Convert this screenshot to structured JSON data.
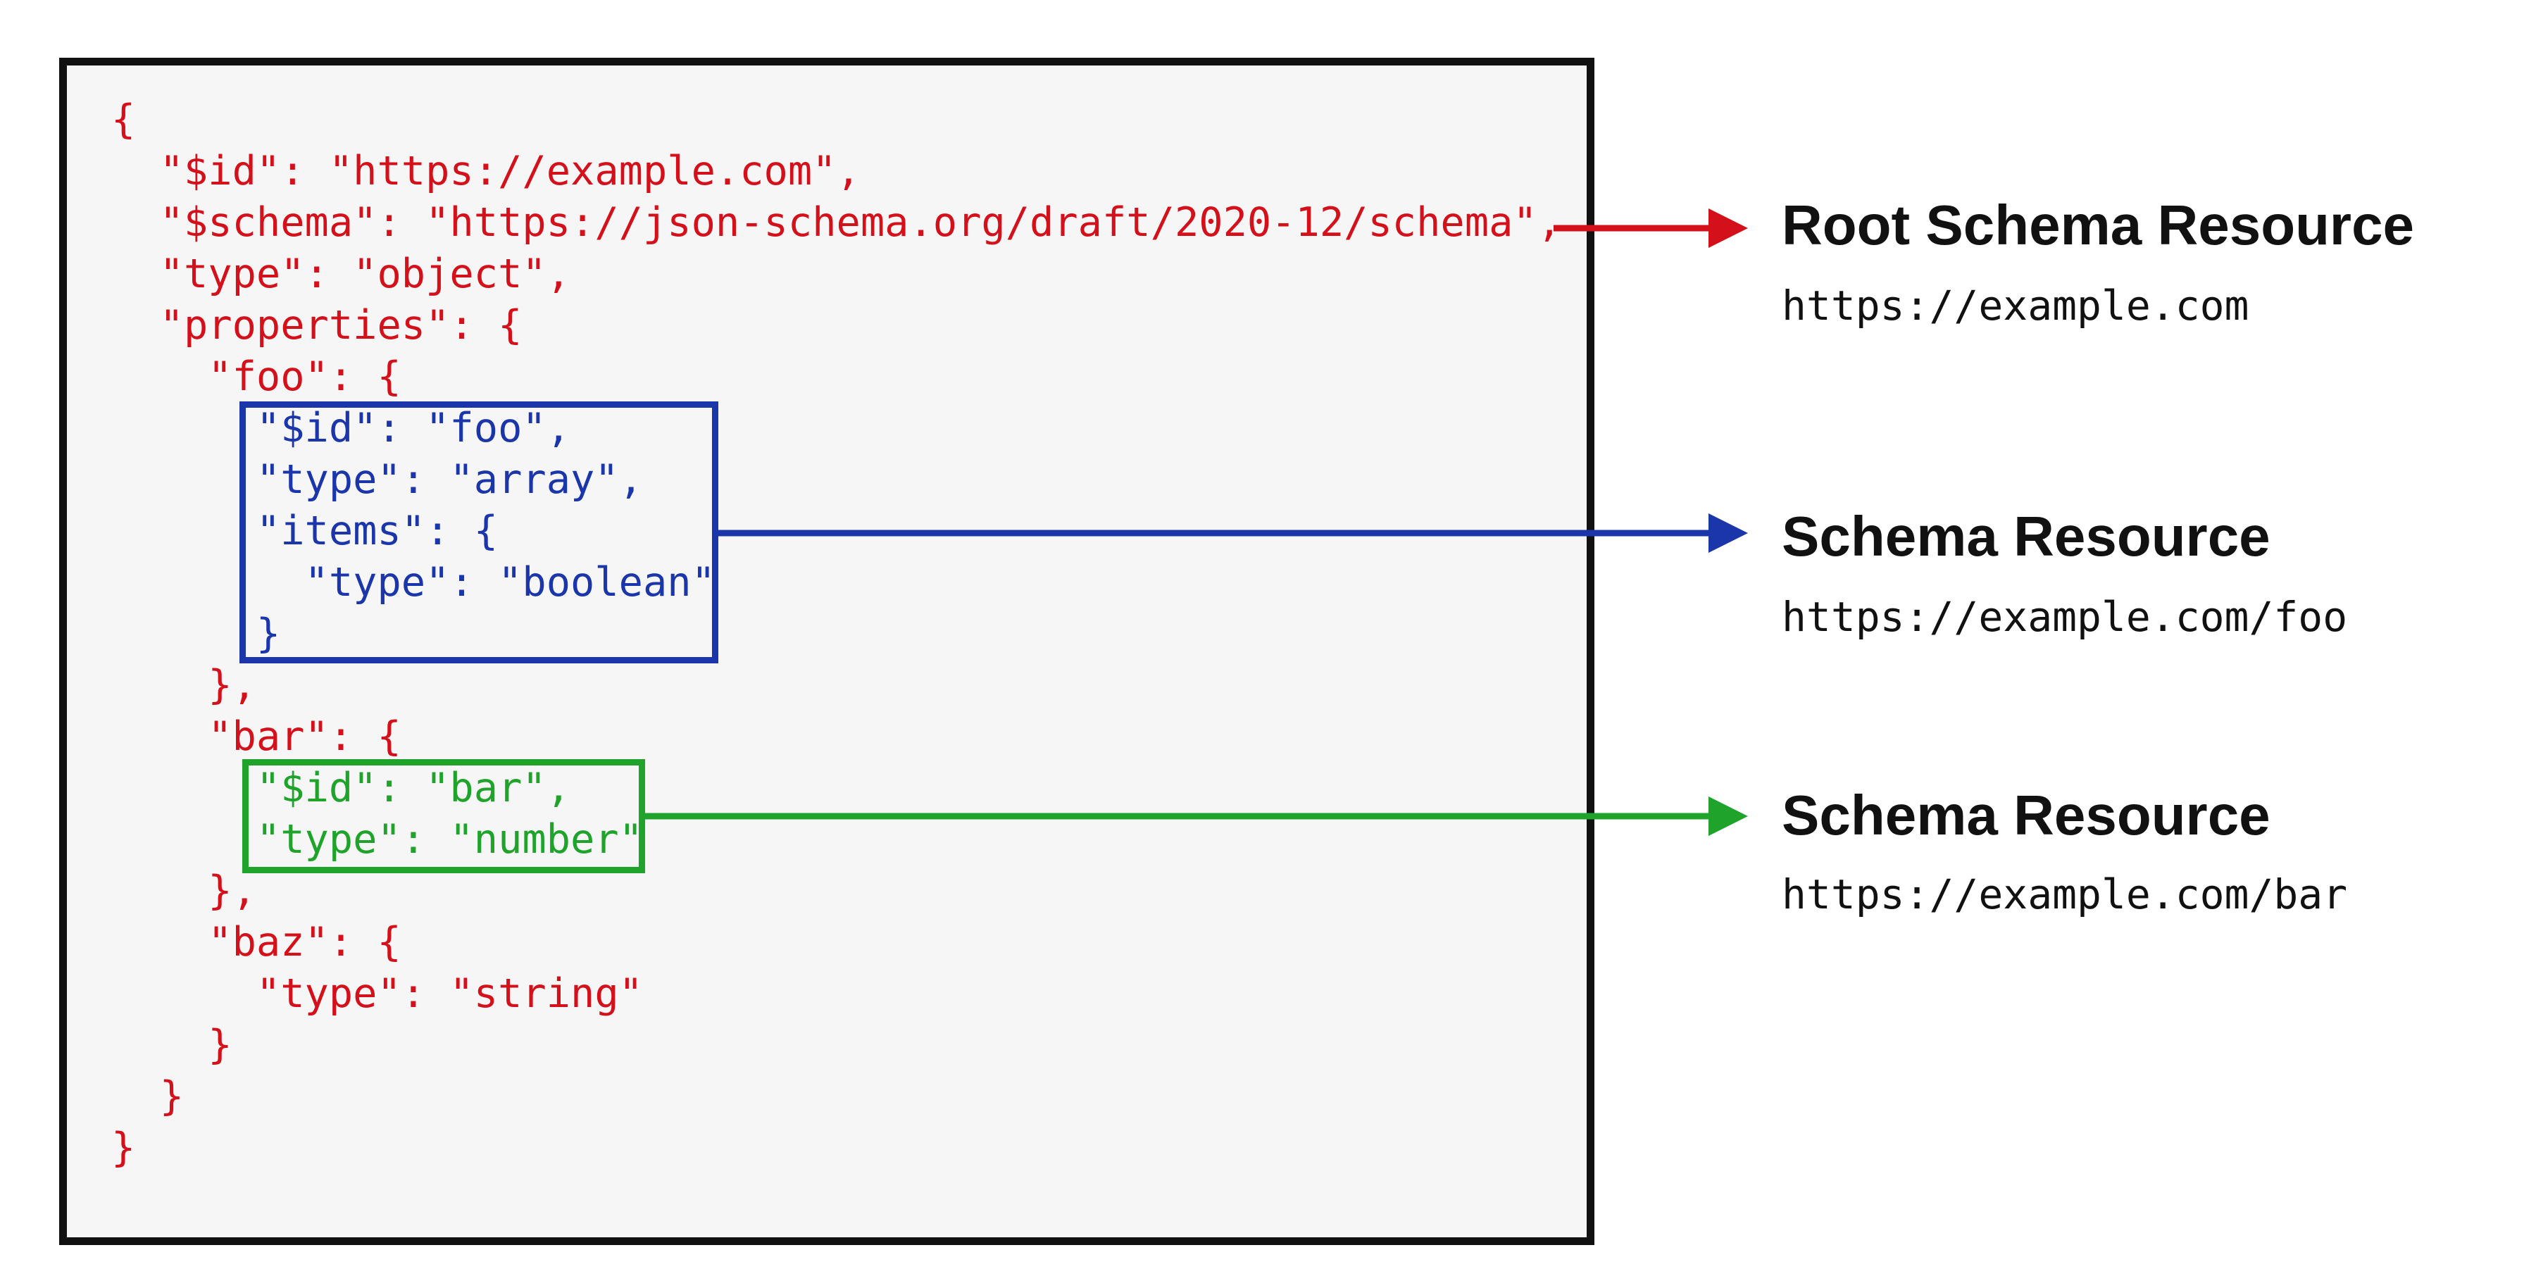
{
  "colors": {
    "code-red": "#d4111b",
    "code-blue": "#1b35aa",
    "code-green": "#1fa32b",
    "frame": "#111111",
    "frame-bg": "#f6f6f7",
    "ink": "#111111",
    "page-bg": "#ffffff"
  },
  "code": {
    "segments": [
      {
        "role": "root-schema-red",
        "text": "{\n  \"$id\": \"https://example.com\",\n  \"$schema\": \"https://json-schema.org/draft/2020-12/schema\",\n  \"type\": \"object\",\n  \"properties\": {\n    \"foo\": {"
      },
      {
        "role": "foo-schema-blue",
        "text": "      \"$id\": \"foo\",\n      \"type\": \"array\",\n      \"items\": {\n        \"type\": \"boolean\"\n      }"
      },
      {
        "role": "root-schema-red",
        "text": "    },\n    \"bar\": {"
      },
      {
        "role": "bar-schema-green",
        "text": "      \"$id\": \"bar\",\n      \"type\": \"number\""
      },
      {
        "role": "root-schema-red",
        "text": "    },\n    \"baz\": {\n      \"type\": \"string\"\n    }\n  }\n}"
      }
    ]
  },
  "annotations": [
    {
      "title": "Root Schema Resource",
      "url": "https://example.com",
      "arrow_color": "red"
    },
    {
      "title": "Schema Resource",
      "url": "https://example.com/foo",
      "arrow_color": "blue"
    },
    {
      "title": "Schema Resource",
      "url": "https://example.com/bar",
      "arrow_color": "green"
    }
  ]
}
